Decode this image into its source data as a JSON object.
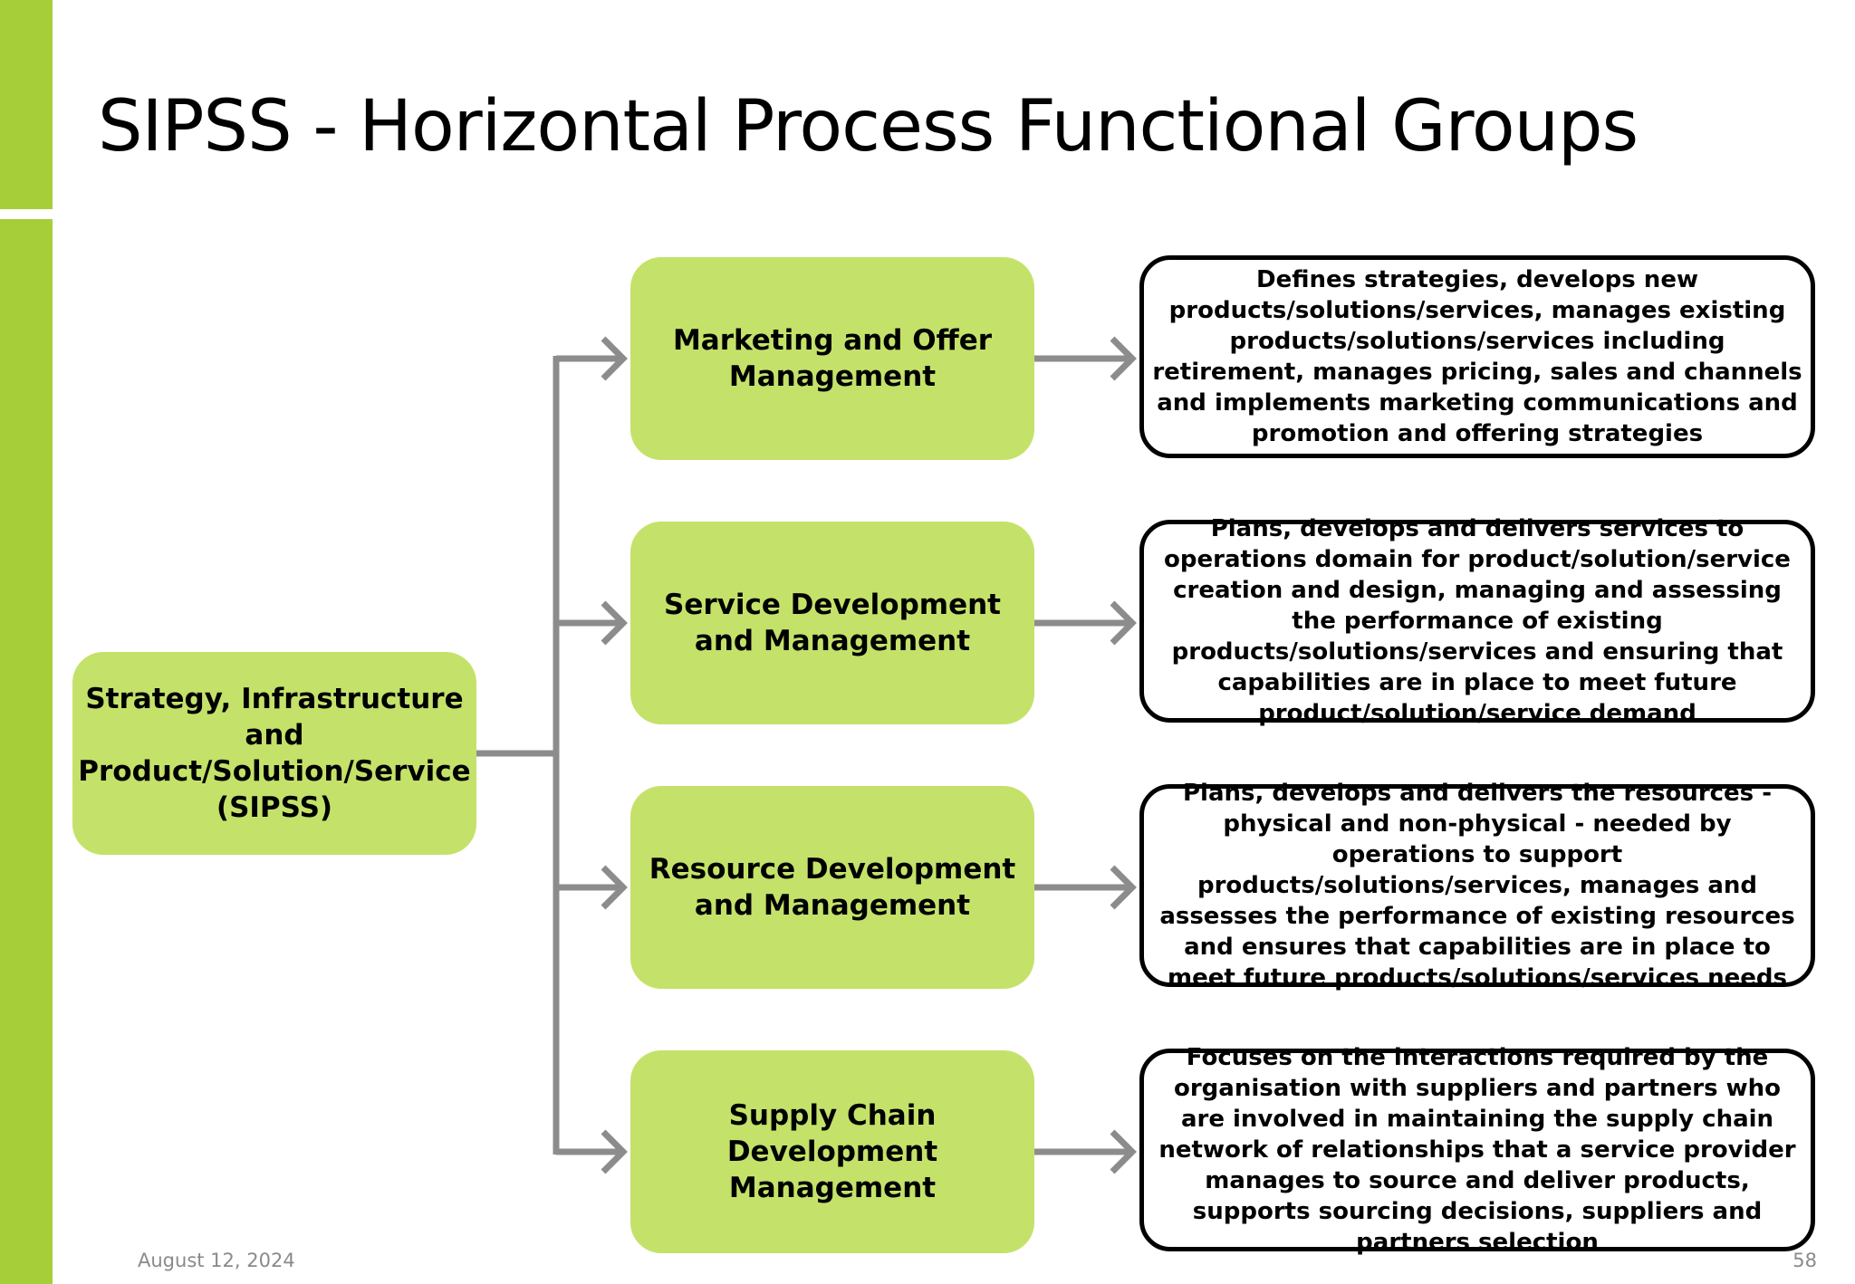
{
  "title": "SIPSS - Horizontal Process Functional Groups",
  "colors": {
    "accent": "#a6ce39",
    "node_fill": "#c4e26a",
    "connector": "#8c8c8c",
    "box_border": "#000000"
  },
  "root": {
    "label": "Strategy, Infrastructure and Product/Solution/Service (SIPSS)"
  },
  "groups": [
    {
      "label": "Marketing and Offer Management",
      "description": "Defines strategies, develops new products/solutions/services, manages existing products/solutions/services including retirement, manages pricing, sales and channels and implements marketing communications and promotion and offering strategies"
    },
    {
      "label": "Service Development and Management",
      "description": "Plans, develops and delivers services to operations domain for product/solution/service creation and design, managing and assessing the performance of existing products/solutions/services and ensuring that capabilities are in place to meet future product/solution/service demand"
    },
    {
      "label": "Resource Development and Management",
      "description": "Plans, develops and delivers the resources - physical and non-physical - needed by operations to support products/solutions/services, manages and assesses the performance of existing resources and ensures that capabilities are in place to meet future products/solutions/services needs"
    },
    {
      "label": "Supply Chain Development Management",
      "description": "Focuses on the interactions required by the organisation with suppliers and partners who are involved in maintaining the supply chain network of relationships that a service provider manages to source and deliver products, supports sourcing decisions, suppliers and partners selection"
    }
  ],
  "footer": {
    "date": "August 12, 2024",
    "page_number": "58"
  }
}
